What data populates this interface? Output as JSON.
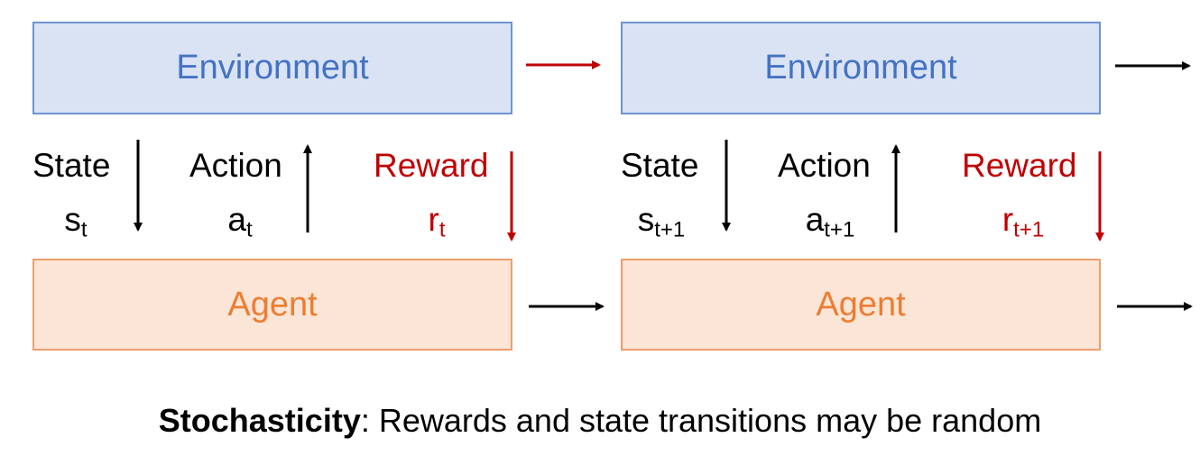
{
  "steps": [
    {
      "environment_label": "Environment",
      "agent_label": "Agent",
      "state_label": "State",
      "state_symbol": "s",
      "state_sub": "t",
      "action_label": "Action",
      "action_symbol": "a",
      "action_sub": "t",
      "reward_label": "Reward",
      "reward_symbol": "r",
      "reward_sub": "t"
    },
    {
      "environment_label": "Environment",
      "agent_label": "Agent",
      "state_label": "State",
      "state_symbol": "s",
      "state_sub": "t+1",
      "action_label": "Action",
      "action_symbol": "a",
      "action_sub": "t+1",
      "reward_label": "Reward",
      "reward_symbol": "r",
      "reward_sub": "t+1"
    }
  ],
  "caption": {
    "bold": "Stochasticity",
    "rest": ": Rewards and state transitions may be random"
  },
  "colors": {
    "env_fill": "#dae3f3",
    "env_border": "#6d94d1",
    "env_text": "#4472c4",
    "agent_fill": "#fbe5d6",
    "agent_border": "#ee9e6c",
    "agent_text": "#ed7d31",
    "reward": "#c00000"
  }
}
